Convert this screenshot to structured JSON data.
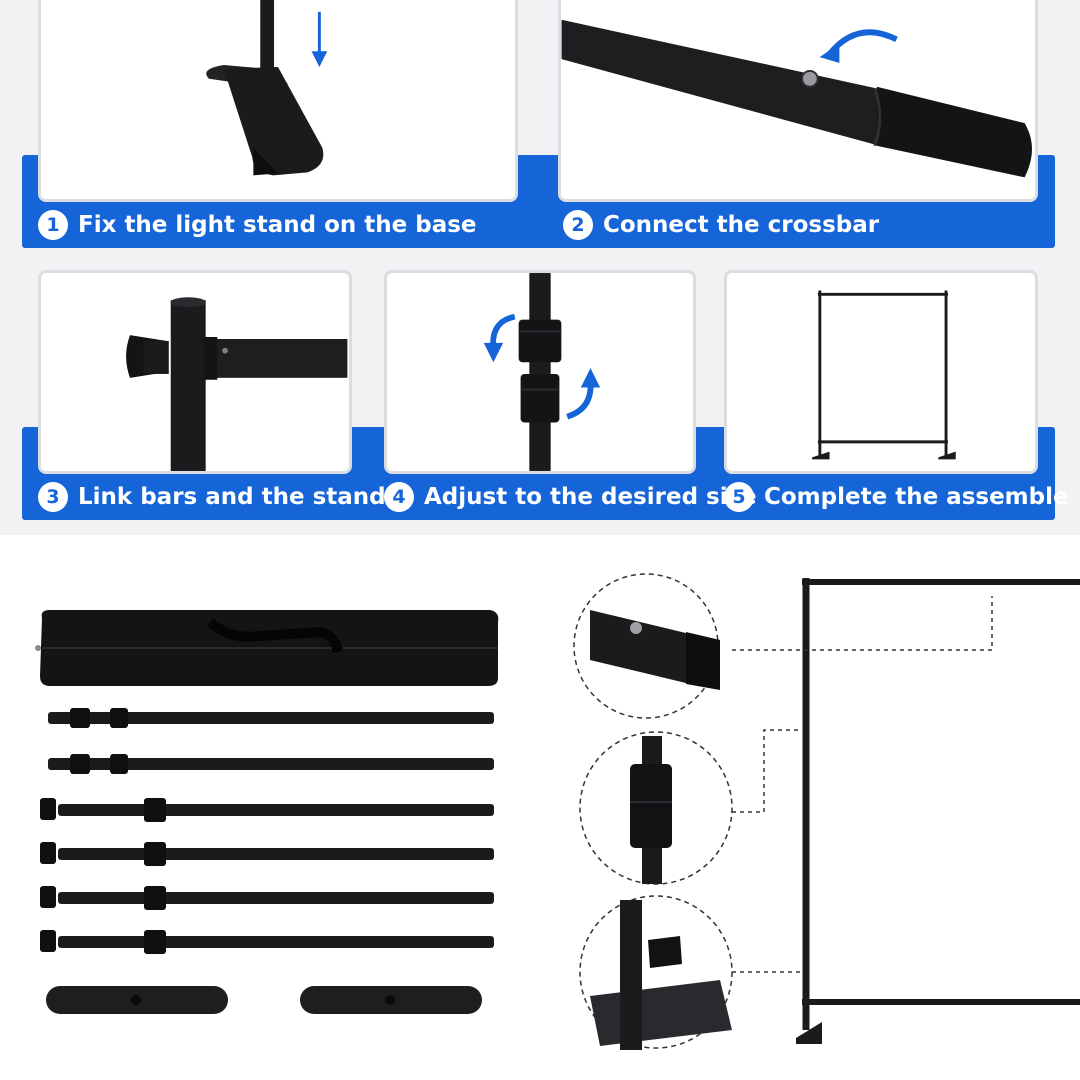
{
  "steps": [
    {
      "number": "1",
      "label": "Fix the light stand on the base",
      "icon": "base-mount-icon"
    },
    {
      "number": "2",
      "label": "Connect the crossbar",
      "icon": "crossbar-joint-icon"
    },
    {
      "number": "3",
      "label": "Link bars and the stands",
      "icon": "tee-knob-icon"
    },
    {
      "number": "4",
      "label": "Adjust to the desired size",
      "icon": "twist-lock-icon"
    },
    {
      "number": "5",
      "label": "Complete the assemble",
      "icon": "frame-icon"
    }
  ],
  "colors": {
    "accent_blue": "#1565d8",
    "background": "#f2f2f4",
    "metal_black": "#1b1b1d",
    "panel_border": "#dcdde2"
  }
}
